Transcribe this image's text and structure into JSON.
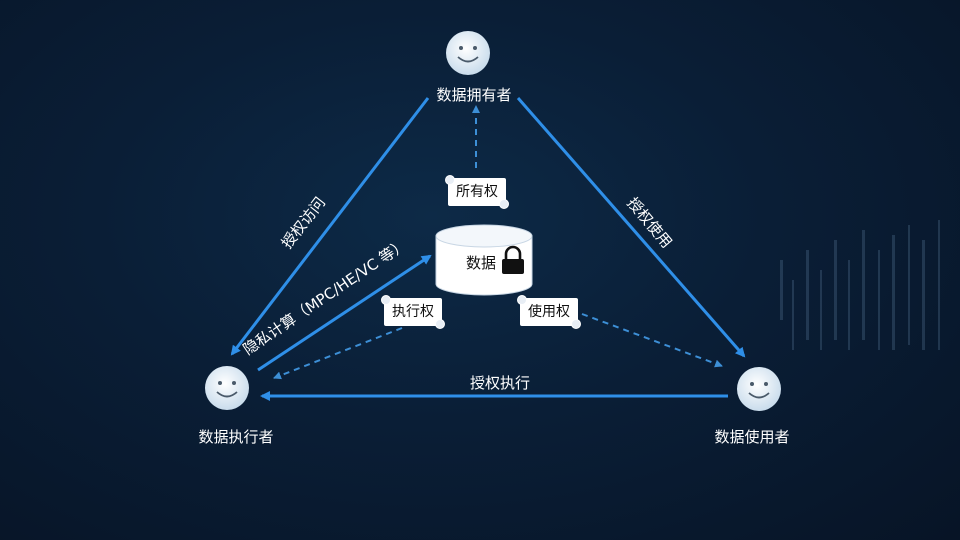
{
  "nodes": {
    "owner": {
      "label": "数据拥有者"
    },
    "executor": {
      "label": "数据执行者"
    },
    "user": {
      "label": "数据使用者"
    }
  },
  "edges": {
    "left": "授权访问",
    "right": "授权使用",
    "bottom": "授权执行",
    "privacy": "隐私计算（MPC/HE/VC 等）"
  },
  "rights": {
    "ownership": "所有权",
    "execution": "执行权",
    "usage": "使用权"
  },
  "database": {
    "label": "数据",
    "icon": "lock-icon"
  },
  "colors": {
    "arrow": "#2f8fe8",
    "face": "#dcebf7",
    "background": "#0a1e36"
  }
}
